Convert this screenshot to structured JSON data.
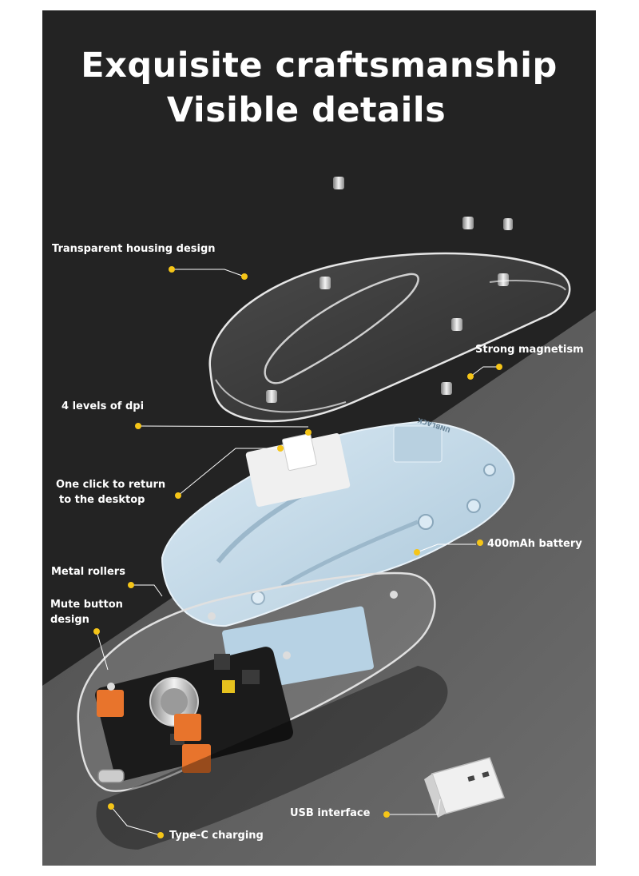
{
  "headline": {
    "line1": "Exquisite craftsmanship",
    "line2": "Visible details"
  },
  "callouts": {
    "housing": "Transparent housing design",
    "magnetism": "Strong magnetism",
    "dpi": "4 levels of dpi",
    "one_click_1": "One click to return",
    "one_click_2": "to the desktop",
    "battery": "400mAh battery",
    "rollers": "Metal rollers",
    "mute_1": "Mute button",
    "mute_2": "design",
    "usb": "USB interface",
    "typec": "Type-C charging"
  },
  "brand_mark": "UNBLACK",
  "colors": {
    "background": "#232323",
    "floor": "#585858",
    "marker": "#f5c518",
    "text": "#ffffff",
    "frame": "#c6dcea"
  }
}
